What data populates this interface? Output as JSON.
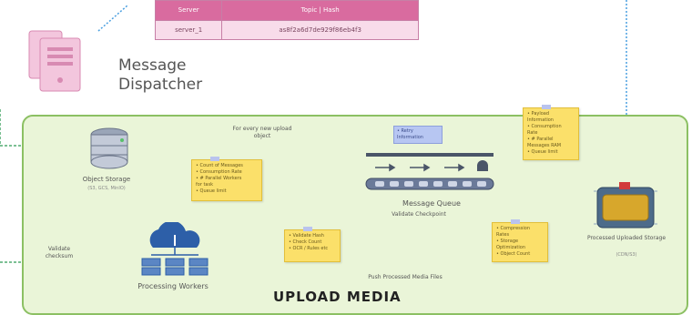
{
  "routing_table": {
    "headers": [
      "Server",
      "Topic | Hash"
    ],
    "rows": [
      [
        "server_1",
        "as8f2a6d7de929f86eb4f3"
      ]
    ]
  },
  "dispatcher": {
    "label": "Message Dispatcher"
  },
  "panel": {
    "title": "UPLOAD MEDIA"
  },
  "nodes": {
    "object_storage": {
      "title": "Object Storage",
      "subtitle": "(S3, GCS, MinIO)"
    },
    "message_queue": {
      "title": "Message Queue"
    },
    "processing_workers": {
      "title": "Processing Workers"
    },
    "processed_storage": {
      "title": "Processed Uploaded Storage",
      "subtitle": "(CDN/S3)"
    }
  },
  "edges": {
    "new_upload": "For every new upload object",
    "validate_checksum": "Validate checksum",
    "validate_checkpoint": "Validate Checkpoint",
    "push_processed": "Push Processed Media Files"
  },
  "notes": {
    "storage_note": [
      "• Count of Messages",
      "• Consumption Rate",
      "• # Parallel Workers",
      "  for task",
      "• Queue limit"
    ],
    "queue_note": [
      "• Payload",
      "  Information",
      "• Consumption",
      "  Rate",
      "• # Parallel",
      "  Messages RAM",
      "• Queue limit"
    ],
    "blue_note": [
      "• Retry",
      "  Information"
    ],
    "worker_note": [
      "• Validate Hash",
      "• Check Count",
      "• OCR / Rules etc"
    ],
    "storage_out_note": [
      "• Compression",
      "  Rates",
      "• Storage",
      "  Optimization",
      "• Object Count"
    ]
  },
  "colors": {
    "panel_bg": "#eaf5d8",
    "panel_border": "#8cc063",
    "edge": "#2e9a55",
    "sticky": "#fbe06a",
    "dispatcher": "#f3c6dd"
  }
}
